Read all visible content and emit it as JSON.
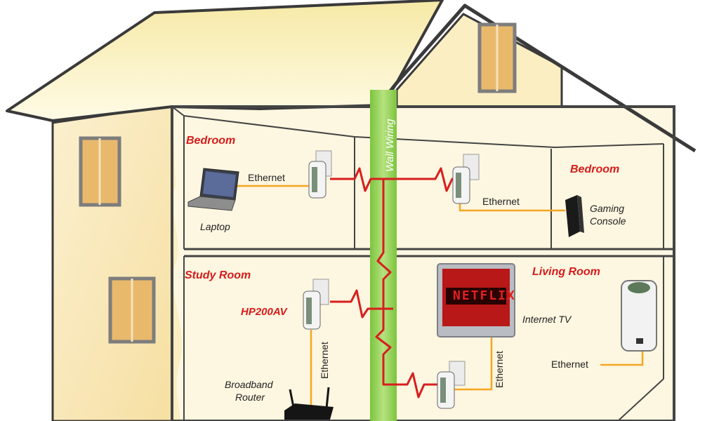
{
  "rooms": {
    "bedroom_left": "Bedroom",
    "bedroom_right": "Bedroom",
    "study_room": "Study Room",
    "living_room": "Living Room"
  },
  "devices": {
    "laptop": "Laptop",
    "gaming_console_line1": "Gaming",
    "gaming_console_line2": "Console",
    "adapter_model": "HP200AV",
    "router_line1": "Broadband",
    "router_line2": "Router",
    "internet_tv": "Internet TV",
    "tv_brand": "NETFLIX"
  },
  "connections": {
    "ethernet": "Ethernet",
    "wall_wiring": "Wall Wiring"
  },
  "colors": {
    "room_label": "#d41c1c",
    "powerline": "#d81e1e",
    "ethernet_cable": "#f5a623",
    "wall_wiring": "#8fcf4a",
    "house_outline": "#3a3a3a",
    "wall_fill": "#fcf3d0",
    "roof_fill": "#fdf6c8"
  }
}
